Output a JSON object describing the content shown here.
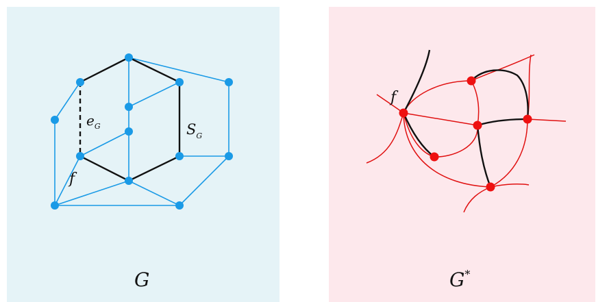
{
  "panels": {
    "left": {
      "background": "#e5f3f7",
      "caption": "G",
      "edge_color": "#1a9ae6",
      "vertex_color": "#1a9ae6",
      "path_color": "#111111",
      "labels": {
        "edge": "e",
        "edge_sub": "G",
        "path": "S",
        "path_sub": "G",
        "face": "f"
      }
    },
    "right": {
      "background": "#fde8ec",
      "caption": "G",
      "caption_sup": "*",
      "edge_color": "#e01010",
      "vertex_color": "#ee1111",
      "path_color": "#111111",
      "labels": {
        "face": "f"
      }
    }
  }
}
